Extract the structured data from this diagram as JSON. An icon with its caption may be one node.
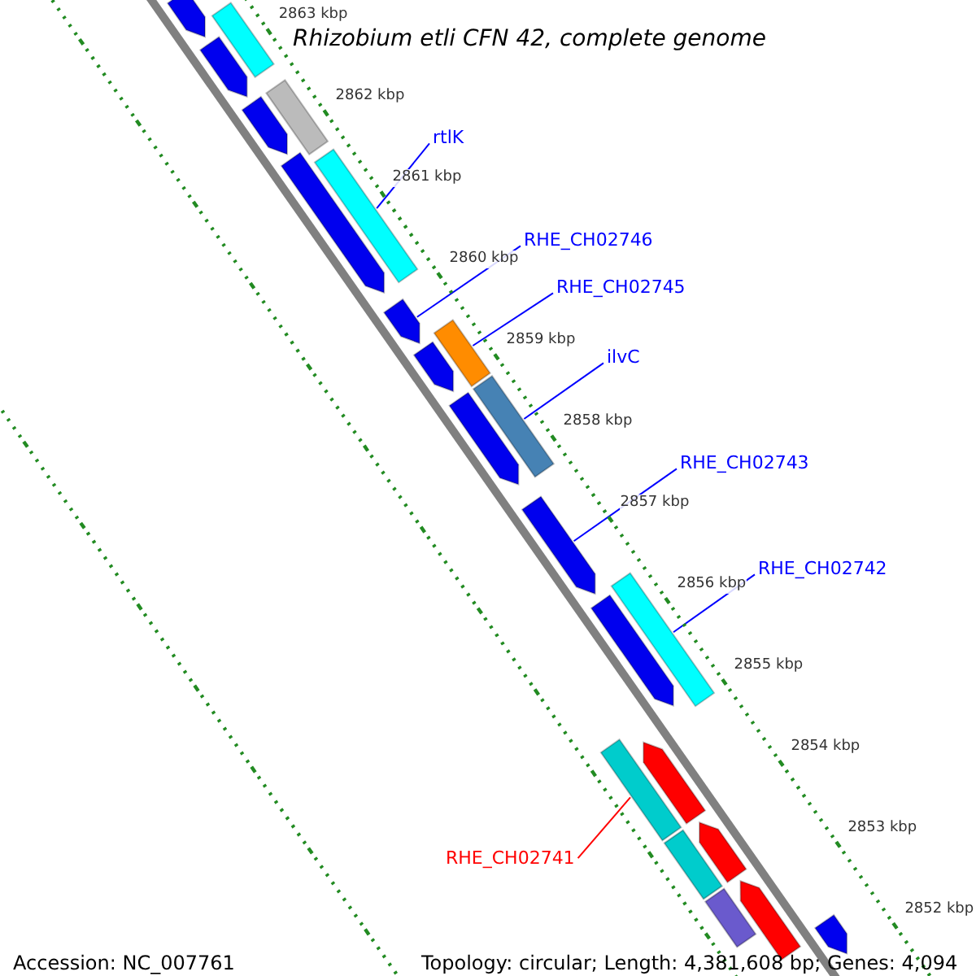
{
  "diagram": {
    "title": "Rhizobium etli CFN 42, complete genome",
    "nodes": [
      {
        "text": [
          "rtlK"
        ]
      },
      {
        "text": [
          "RHE_CH02746"
        ]
      },
      {
        "text": [
          "RHE_CH02745"
        ]
      },
      {
        "text": [
          "ilvC"
        ]
      },
      {
        "text": [
          "RHE_CH02743"
        ]
      },
      {
        "text": [
          "RHE_CH02742"
        ]
      },
      {
        "text": [
          "RHE_CH02741"
        ]
      },
      {
        "text": [],
        "shape": "bar"
      },
      {
        "text": [],
        "shape": "bar"
      },
      {
        "text": [],
        "shape": "bar"
      },
      {
        "text": [],
        "shape": "bar"
      },
      {
        "text": [],
        "shape": "bar"
      },
      {
        "text": [],
        "shape": "bar"
      },
      {
        "text": [],
        "shape": "bar"
      },
      {
        "text": [],
        "shape": "bar"
      },
      {
        "text": [],
        "shape": "bar"
      },
      {
        "text": [],
        "shape": "bar"
      },
      {
        "text": [],
        "shape": "bar"
      },
      {
        "text": [],
        "shape": "bar"
      },
      {
        "text": [],
        "shape": "bar"
      },
      {
        "text": [],
        "shape": "bar"
      },
      {
        "text": [],
        "shape": "bar"
      },
      {
        "text": [],
        "shape": "bar"
      },
      {
        "text": [],
        "shape": "bar"
      },
      {
        "text": [],
        "shape": "bar"
      },
      {
        "text": [],
        "shape": "bar"
      },
      {
        "text": [],
        "shape": "bar"
      },
      {
        "text": [],
        "shape": "bar"
      },
      {
        "text": [],
        "shape": "bar"
      }
    ],
    "edges": [
      {
        "from": 0,
        "to": 13,
        "arrow": "none"
      },
      {
        "from": 1,
        "to": 14,
        "arrow": "none"
      },
      {
        "from": 2,
        "to": 15,
        "arrow": "none"
      },
      {
        "from": 3,
        "to": 18,
        "arrow": "none"
      },
      {
        "from": 4,
        "to": 19,
        "arrow": "none"
      },
      {
        "from": 5,
        "to": 20,
        "arrow": "none"
      },
      {
        "from": 6,
        "to": 22,
        "arrow": "none",
        "color": "#ff0000"
      }
    ],
    "labels": [
      "2863 kbp",
      "2862 kbp",
      "2861 kbp",
      "2860 kbp",
      "2859 kbp",
      "2858 kbp",
      "2857 kbp",
      "2856 kbp",
      "2855 kbp",
      "2854 kbp",
      "2853 kbp",
      "2852 kbp",
      "Accession: NC_007761",
      "Topology: circular; Length: 4,381,608 bp; Genes: 4,094"
    ]
  }
}
